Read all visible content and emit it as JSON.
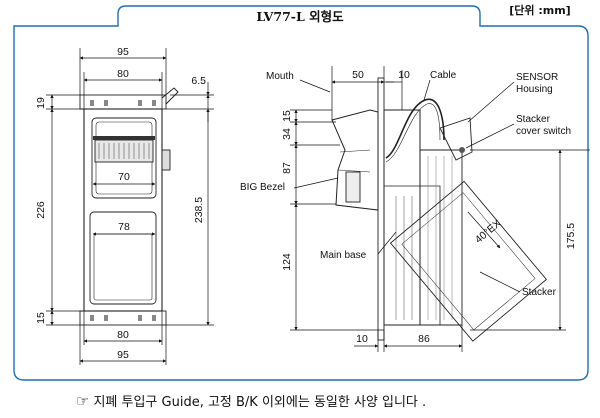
{
  "header": {
    "title": "LV77-L 외형도",
    "unit": "[단위 :mm]"
  },
  "front_view": {
    "dims": {
      "top_outer": "95",
      "top_inner": "80",
      "right_top": "6.5",
      "left_top": "19",
      "inner_70": "70",
      "left_main": "226",
      "right_main": "238.5",
      "inner_78": "78",
      "left_bottom": "15",
      "bottom_inner": "80",
      "bottom_outer": "95"
    }
  },
  "side_view": {
    "dims": {
      "mouth_width": "50",
      "cable_gap": "10",
      "v15": "15",
      "v34": "34",
      "v87": "87",
      "v124": "124",
      "right_175": "175.5",
      "bottom_10": "10",
      "bottom_86": "86",
      "stacker_angle": "40°EX"
    },
    "labels": {
      "mouth": "Mouth",
      "cable": "Cable",
      "sensor": "SENSOR",
      "housing": "Housing",
      "stacker_cover": "Stacker",
      "cover_switch": "cover switch",
      "big_bezel": "BIG Bezel",
      "main_base": "Main base",
      "stacker": "Stacker"
    }
  },
  "footnote": {
    "icon": "pointing-hand-icon",
    "text": "지폐 투입구 Guide, 고정 B/K 이외에는 동일한 사양 입니다 ."
  }
}
